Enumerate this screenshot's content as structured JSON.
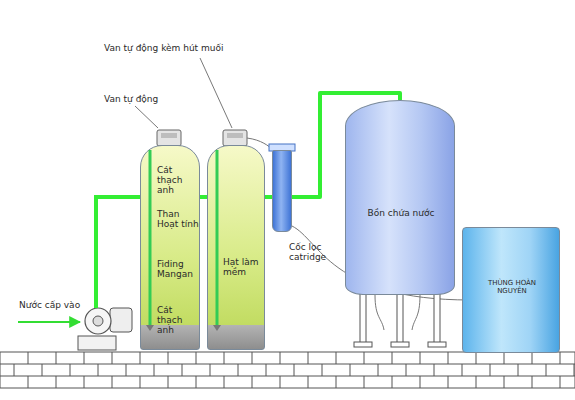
{
  "diagram": {
    "nodes": [
      {
        "text": [
          "Cát thạch anh",
          "Than Hoạt tính",
          "Fiding Mangan",
          "Cát thạch anh"
        ]
      },
      {
        "text": [
          "Hạt làm mềm"
        ]
      },
      {
        "text": [
          "Cốc lọc catridge"
        ]
      },
      {
        "text": [
          "Bồn chứa nước"
        ]
      },
      {
        "text": [
          "THÙNG HOÀN NGUYÊN"
        ]
      }
    ],
    "edges": [
      {
        "from": 0,
        "to": 1,
        "arrow": "none"
      },
      {
        "from": 1,
        "to": 2,
        "arrow": "none"
      },
      {
        "from": 2,
        "to": 3,
        "arrow": "none"
      }
    ],
    "labels": [
      "Van tự động kèm hút muối",
      "Van tự động",
      "Nước cấp vào"
    ]
  }
}
